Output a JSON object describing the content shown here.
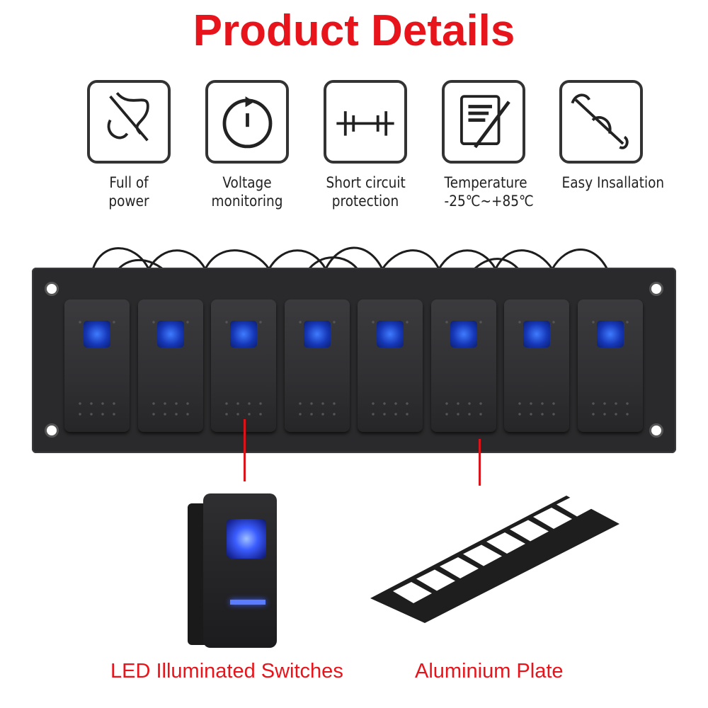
{
  "title": "Product Details",
  "features": [
    {
      "icon": "power-plug-icon",
      "label_lines": [
        "Full of",
        "power"
      ]
    },
    {
      "icon": "stopwatch-icon",
      "label_lines": [
        "Voltage",
        "monitoring"
      ]
    },
    {
      "icon": "circuit-icon",
      "label_lines": [
        "Short circuit",
        "protection"
      ]
    },
    {
      "icon": "thermometer-clipboard-icon",
      "label_lines": [
        "Temperature",
        "-25℃~+85℃"
      ]
    },
    {
      "icon": "wrench-hand-icon",
      "label_lines": [
        "Easy Insallation",
        ""
      ]
    }
  ],
  "panel": {
    "switch_count": 8,
    "led_color": "#2f5cff"
  },
  "captions": {
    "switch": "LED Illuminated Switches",
    "plate": "Aluminium Plate"
  },
  "colors": {
    "accent": "#e8141b",
    "panel": "#2a2a2c"
  }
}
